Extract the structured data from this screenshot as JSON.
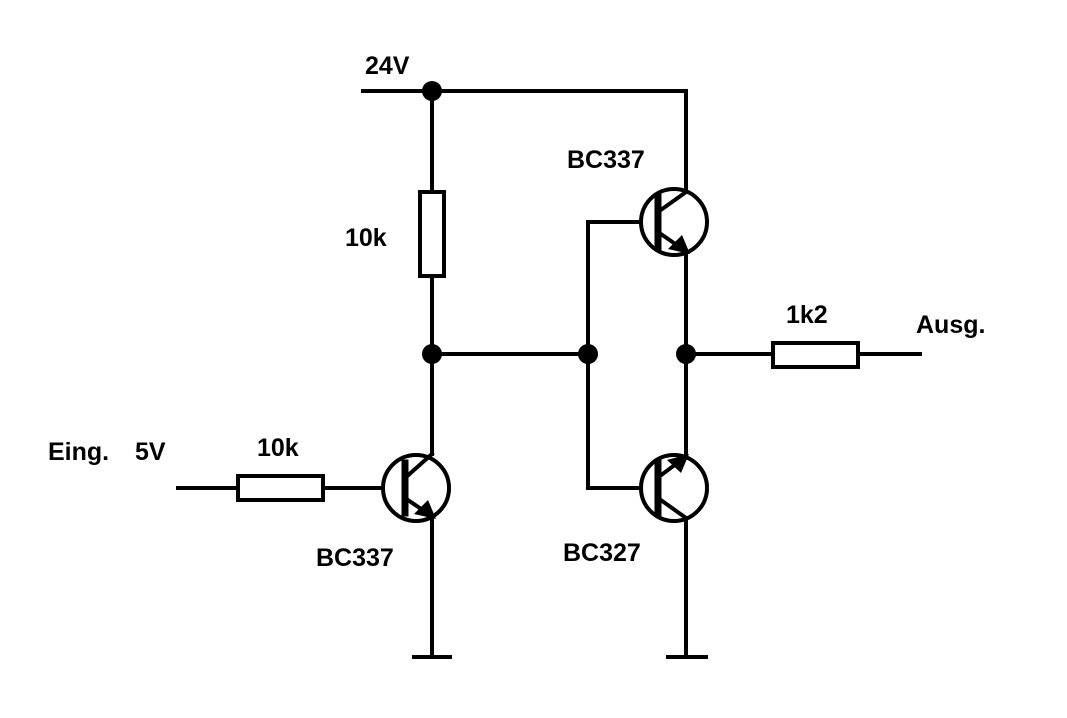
{
  "diagram": {
    "supply_label": "24V",
    "input_label": "Eing.",
    "input_voltage_label": "5V",
    "output_label": "Ausg.",
    "r_pullup_label": "10k",
    "r_base_label": "10k",
    "r_out_label": "1k2",
    "q_driver_label": "BC337",
    "q_high_label": "BC337",
    "q_low_label": "BC327"
  },
  "colors": {
    "ink": "#000000",
    "background": "#ffffff"
  }
}
